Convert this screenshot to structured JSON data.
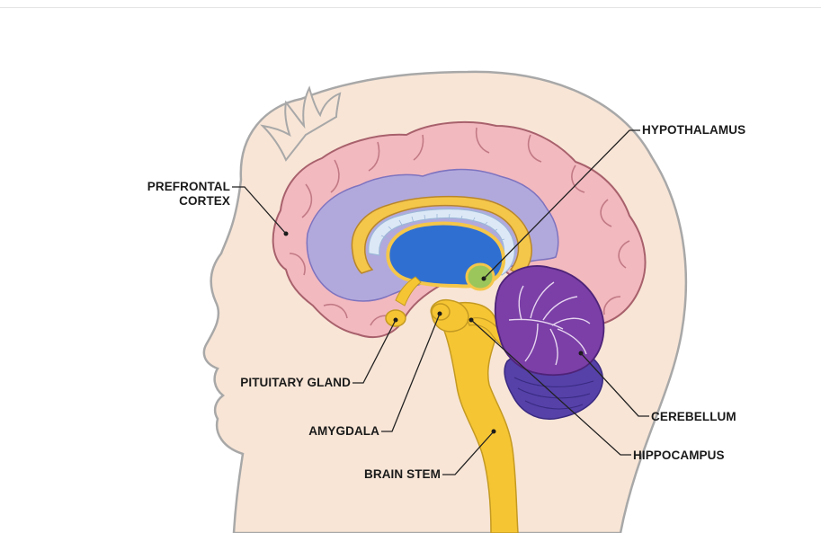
{
  "labels": {
    "prefrontal_cortex_line1": "PREFRONTAL",
    "prefrontal_cortex_line2": "CORTEX",
    "hypothalamus": "HYPOTHALAMUS",
    "pituitary_gland": "PITUITARY GLAND",
    "amygdala": "AMYGDALA",
    "brain_stem": "BRAIN STEM",
    "cerebellum": "CEREBELLUM",
    "hippocampus": "HIPPOCAMPUS"
  },
  "colors": {
    "skin": "#f8e5d6",
    "head_outline": "#a8a8a8",
    "cortex": "#f2b9bf",
    "cortex_outline": "#a8616c",
    "ventricle": "#b1a9dc",
    "corpus_callosum": "#f4c64a",
    "fornix_ring": "#dce8f6",
    "thalamus": "#2f6fd1",
    "hypothalamus": "#9bc65b",
    "brainstem": "#f6c533",
    "cerebellum": "#7b3fa7",
    "cerebellum_base": "#5541a8",
    "leader_line": "#222222"
  }
}
